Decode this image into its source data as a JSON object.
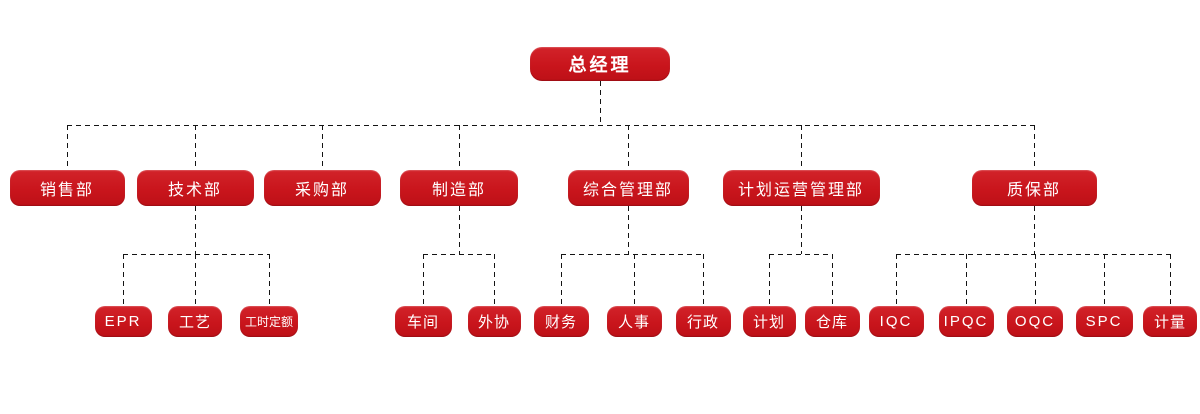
{
  "colors": {
    "node_red": "#c9151c",
    "node_red_light": "#d2232a",
    "node_red_dark": "#bd1017",
    "node_text": "#ffffff",
    "connector_line": "#141414",
    "background": "#ffffff"
  },
  "org": {
    "root": {
      "id": "general-manager",
      "label": "总经理"
    },
    "departments": [
      {
        "id": "sales-dept",
        "label": "销售部",
        "children": []
      },
      {
        "id": "technology-dept",
        "label": "技术部",
        "children": [
          {
            "id": "epr",
            "label": "EPR"
          },
          {
            "id": "process",
            "label": "工艺"
          },
          {
            "id": "labor-quota",
            "label": "工时定额"
          }
        ]
      },
      {
        "id": "purchasing-dept",
        "label": "采购部",
        "children": []
      },
      {
        "id": "manufacturing-dept",
        "label": "制造部",
        "children": [
          {
            "id": "workshop",
            "label": "车间"
          },
          {
            "id": "outsourcing",
            "label": "外协"
          }
        ]
      },
      {
        "id": "general-admin-dept",
        "label": "综合管理部",
        "children": [
          {
            "id": "finance",
            "label": "财务"
          },
          {
            "id": "hr",
            "label": "人事"
          },
          {
            "id": "administration",
            "label": "行政"
          }
        ]
      },
      {
        "id": "planning-operations-dept",
        "label": "计划运营管理部",
        "children": [
          {
            "id": "planning",
            "label": "计划"
          },
          {
            "id": "warehouse",
            "label": "仓库"
          }
        ]
      },
      {
        "id": "quality-dept",
        "label": "质保部",
        "children": [
          {
            "id": "iqc",
            "label": "IQC"
          },
          {
            "id": "ipqc",
            "label": "IPQC"
          },
          {
            "id": "oqc",
            "label": "OQC"
          },
          {
            "id": "spc",
            "label": "SPC"
          },
          {
            "id": "metrology",
            "label": "计量"
          }
        ]
      }
    ]
  }
}
